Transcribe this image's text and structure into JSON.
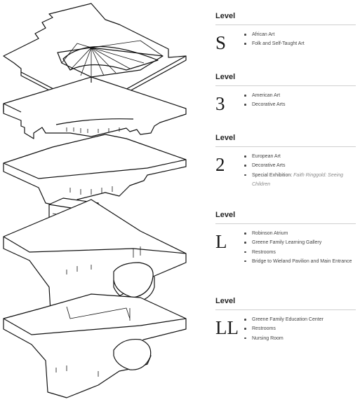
{
  "level_heading": "Level",
  "levels": [
    {
      "code": "S",
      "items": [
        {
          "text": "African Art"
        },
        {
          "text": "Folk and Self-Taught Art"
        }
      ]
    },
    {
      "code": "3",
      "items": [
        {
          "text": "American Art"
        },
        {
          "text": "Decorative Arts"
        }
      ]
    },
    {
      "code": "2",
      "items": [
        {
          "text": "European Art"
        },
        {
          "text": "Decorative Arts"
        },
        {
          "text": "Special Exhibition: ",
          "em": "Faith Ringgold: Seeing Children"
        }
      ]
    },
    {
      "code": "L",
      "items": [
        {
          "text": "Robinson Atrium"
        },
        {
          "text": "Greene Family Learning Gallery"
        },
        {
          "text": "Restrooms"
        },
        {
          "text": "Bridge to Wieland Pavilion and Main Entrance"
        }
      ]
    },
    {
      "code": "LL",
      "items": [
        {
          "text": "Greene Family Education Center"
        },
        {
          "text": "Restrooms"
        },
        {
          "text": "Nursing Room"
        }
      ]
    }
  ],
  "colors": {
    "stroke": "#111111",
    "fill": "#ffffff",
    "rule": "#cfcfcf"
  }
}
